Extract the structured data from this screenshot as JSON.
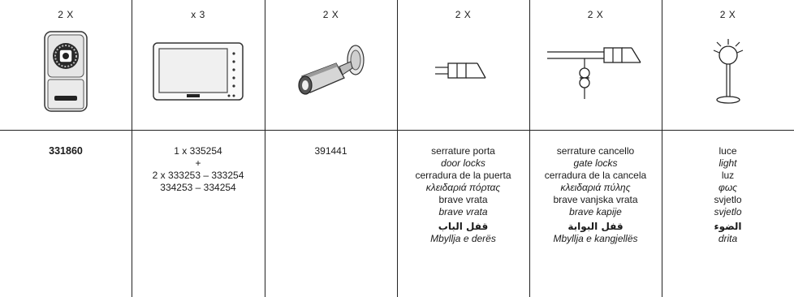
{
  "columns": [
    {
      "qty": "2 X",
      "icon": "door-entry-panel-icon",
      "lines": [
        {
          "text": "331860",
          "style": "code"
        }
      ]
    },
    {
      "qty": "x 3",
      "icon": "video-monitor-icon",
      "lines": [
        {
          "text": "1 x 335254",
          "style": "normal"
        },
        {
          "text": "+",
          "style": "normal"
        },
        {
          "text": "2 x 333253 – 333254",
          "style": "normal"
        },
        {
          "text": "334253 – 334254",
          "style": "normal"
        }
      ]
    },
    {
      "qty": "2 X",
      "icon": "security-camera-icon",
      "lines": [
        {
          "text": "391441",
          "style": "normal"
        }
      ]
    },
    {
      "qty": "2 X",
      "icon": "door-lock-symbol-icon",
      "lines": [
        {
          "text": "serrature porta",
          "style": "normal"
        },
        {
          "text": "door locks",
          "style": "italic"
        },
        {
          "text": "cerradura de la puerta",
          "style": "normal"
        },
        {
          "text": "κλειδαριά πόρτας",
          "style": "italic"
        },
        {
          "text": "brave vrata",
          "style": "normal"
        },
        {
          "text": "brave vrata",
          "style": "italic"
        },
        {
          "text": "قفل الباب",
          "style": "arabic"
        },
        {
          "text": "Mbyllja e derës",
          "style": "italic"
        }
      ]
    },
    {
      "qty": "2 X",
      "icon": "gate-lock-symbol-icon",
      "lines": [
        {
          "text": "serrature cancello",
          "style": "normal"
        },
        {
          "text": "gate locks",
          "style": "italic"
        },
        {
          "text": "cerradura de la cancela",
          "style": "normal"
        },
        {
          "text": "κλειδαριά πύλης",
          "style": "italic"
        },
        {
          "text": "brave vanjska vrata",
          "style": "normal"
        },
        {
          "text": "brave kapije",
          "style": "italic"
        },
        {
          "text": "قفل البوابة",
          "style": "arabic"
        },
        {
          "text": "Mbyllja e kangjellës",
          "style": "italic"
        }
      ]
    },
    {
      "qty": "2 X",
      "icon": "light-lamp-symbol-icon",
      "lines": [
        {
          "text": "luce",
          "style": "normal"
        },
        {
          "text": "light",
          "style": "italic"
        },
        {
          "text": "luz",
          "style": "normal"
        },
        {
          "text": "φως",
          "style": "italic"
        },
        {
          "text": "svjetlo",
          "style": "normal"
        },
        {
          "text": "svjetlo",
          "style": "italic"
        },
        {
          "text": "الضوء",
          "style": "arabic"
        },
        {
          "text": "drita",
          "style": "italic"
        }
      ]
    }
  ]
}
